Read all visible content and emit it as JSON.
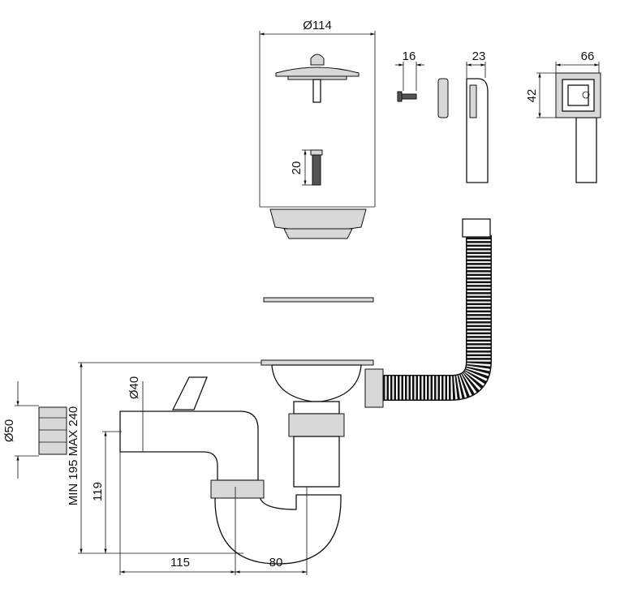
{
  "dimensions": {
    "strainer_diameter": "Ø114",
    "screw_length_small": "16",
    "overflow_depth": "23",
    "overflow_width": "66",
    "overflow_height": "42",
    "screw_length": "20",
    "branch_diameter": "Ø40",
    "outlet_diameter": "Ø50",
    "height_range": "MIN 195 MAX 240",
    "outlet_height": "119",
    "horizontal_offset_left": "115",
    "horizontal_offset_right": "80"
  },
  "colors": {
    "line": "#111111",
    "fill": "#d8d8d8"
  }
}
